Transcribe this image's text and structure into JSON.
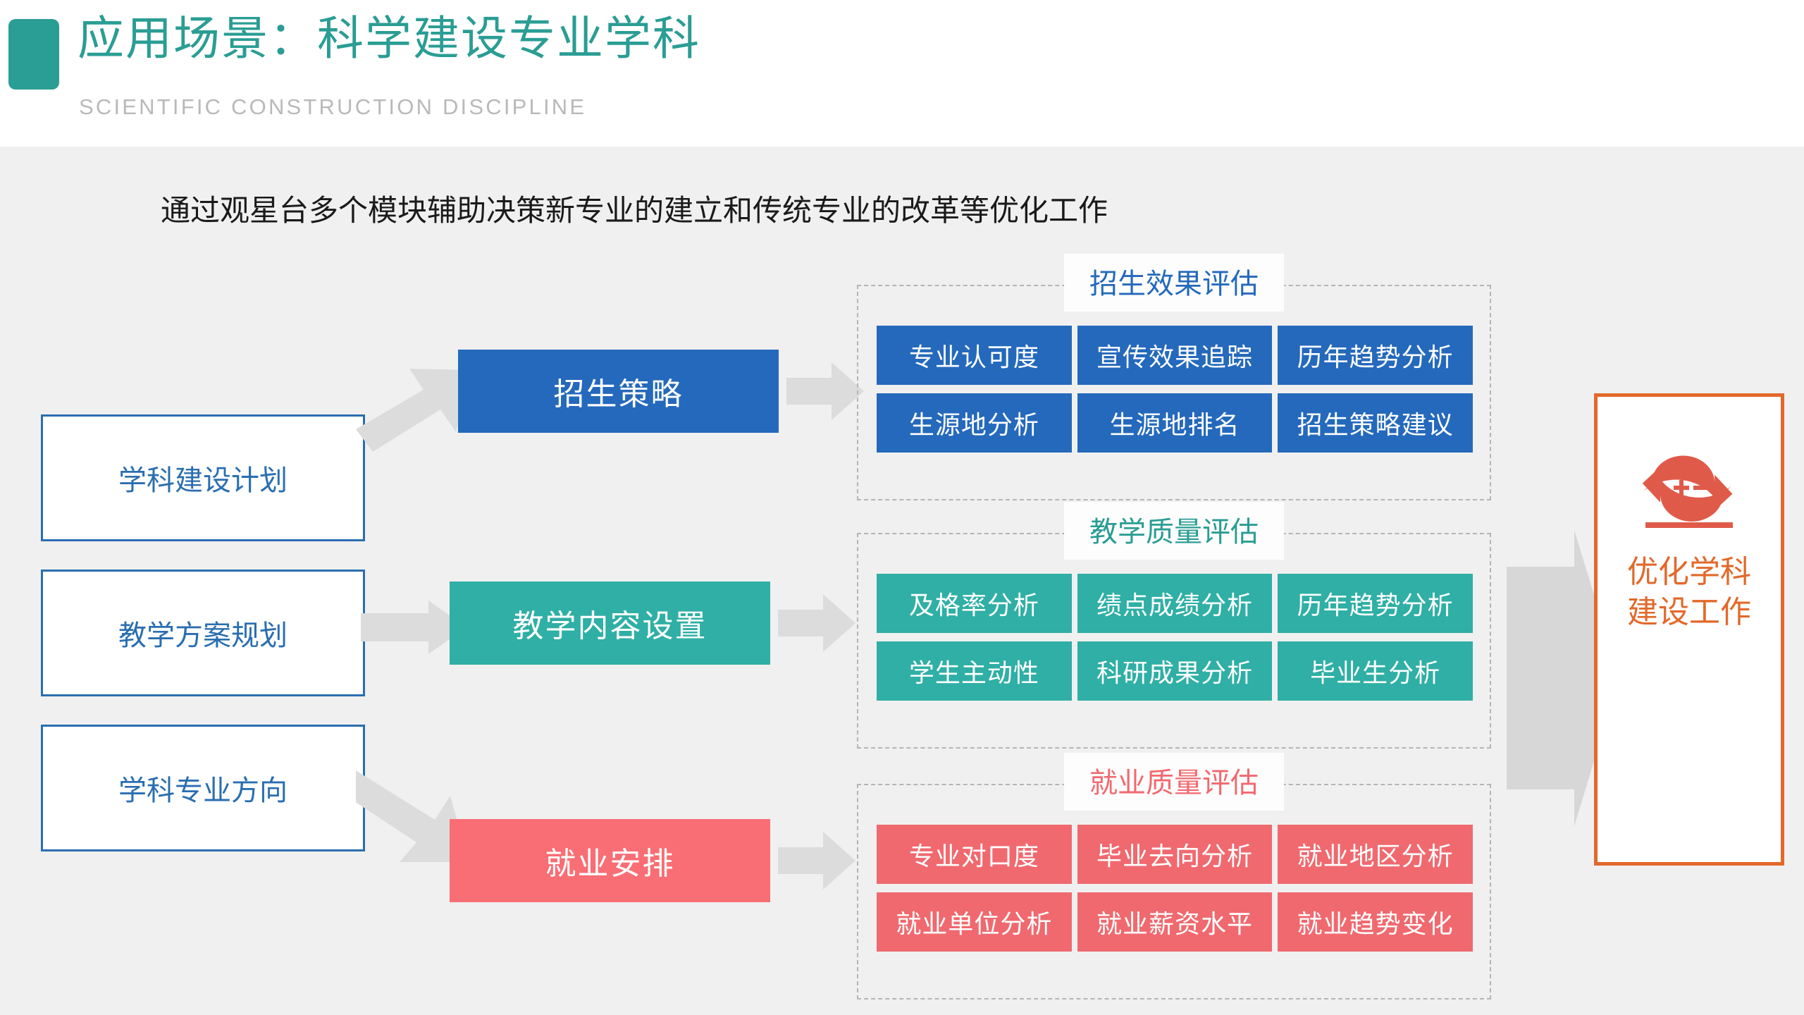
{
  "header": {
    "title": "应用场景：科学建设专业学科",
    "subtitle": "SCIENTIFIC CONSTRUCTION DISCIPLINE",
    "accent_color": "#2a9d94",
    "subtitle_color": "#b9b9b9"
  },
  "lead": "通过观星台多个模块辅助决策新专业的建立和传统专业的改革等优化工作",
  "sources": [
    {
      "label": "学科建设计划"
    },
    {
      "label": "教学方案规划"
    },
    {
      "label": "学科专业方向"
    }
  ],
  "source_style": {
    "border_color": "#2a6eb0",
    "text_color": "#2a6eb0",
    "fill": "#ffffff"
  },
  "stages": [
    {
      "label": "招生策略",
      "color": "#2469bc"
    },
    {
      "label": "教学内容设置",
      "color": "#2fafa5"
    },
    {
      "label": "就业安排",
      "color": "#f86e74"
    }
  ],
  "groups": [
    {
      "title": "招生效果评估",
      "title_color": "#2469bc",
      "tag_color": "#2469bc",
      "tags": [
        "专业认可度",
        "宣传效果追踪",
        "历年趋势分析",
        "生源地分析",
        "生源地排名",
        "招生策略建议"
      ]
    },
    {
      "title": "教学质量评估",
      "title_color": "#2a9d94",
      "tag_color": "#2fafa5",
      "tags": [
        "及格率分析",
        "绩点成绩分析",
        "历年趋势分析",
        "学生主动性",
        "科研成果分析",
        "毕业生分析"
      ]
    },
    {
      "title": "就业质量评估",
      "title_color": "#f2696f",
      "tag_color": "#f0696f",
      "tags": [
        "专业对口度",
        "毕业去向分析",
        "就业地区分析",
        "就业单位分析",
        "就业薪资水平",
        "就业趋势变化"
      ]
    }
  ],
  "result": {
    "line1": "优化学科",
    "line2": "建设工作",
    "icon": "recycle-plus-minus-icon",
    "border_color": "#e2692a",
    "text_color": "#e2692a",
    "icon_color": "#e05a4a"
  },
  "arrow_color": "#dcdcdc"
}
